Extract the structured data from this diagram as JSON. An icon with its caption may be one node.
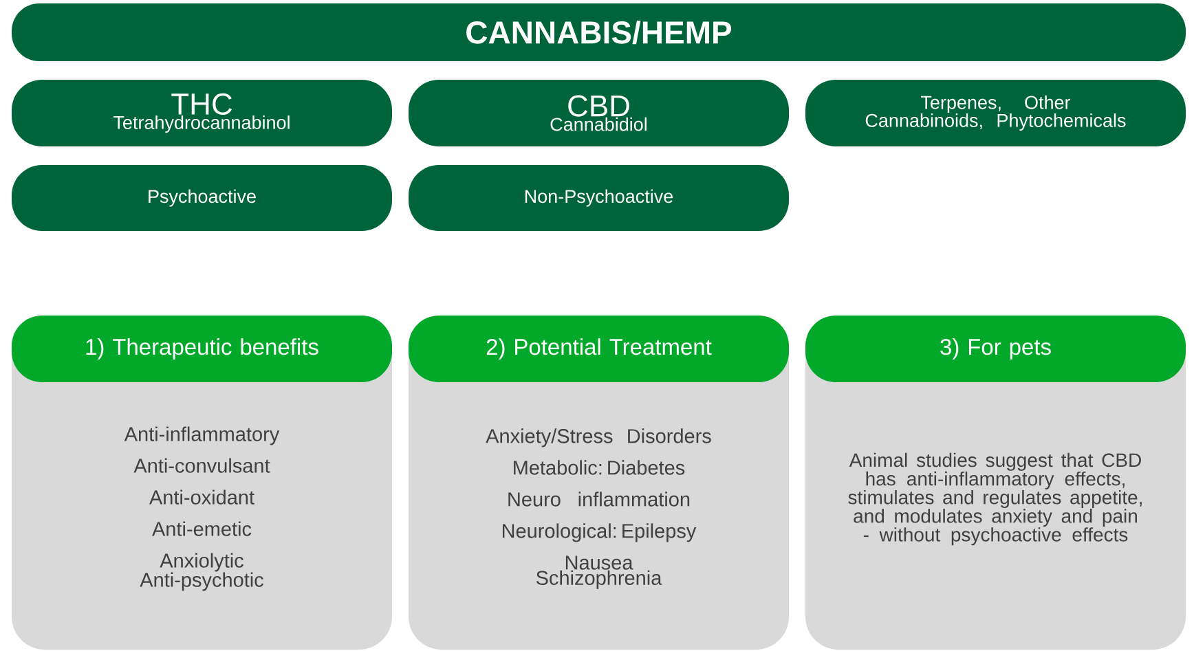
{
  "diagram": {
    "nodes": [
      {
        "text": [
          "CANNABIS/HEMP"
        ]
      },
      {
        "text": [
          "THC",
          "Tetrahydrocannabinol"
        ]
      },
      {
        "text": [
          "CBD",
          "Cannabidiol"
        ]
      },
      {
        "text": [
          "Terpenes, Other Cannabinoids, Phytochemicals"
        ]
      },
      {
        "text": [
          "Psychoactive"
        ]
      },
      {
        "text": [
          "Non-Psychoactive"
        ]
      },
      {
        "text": [
          "Anti-inflammatory",
          "Anti-convulsant",
          "Anti-oxidant",
          "Anti-emetic",
          "Anxiolytic",
          "Anti-psychotic"
        ]
      },
      {
        "text": [
          "1) Therapeutic benefits"
        ],
        "in": 6
      },
      {
        "text": [
          "Anxiety/Stress Disorders",
          "Metabolic: Diabetes",
          "Neuro inflammation",
          "Neurological: Epilepsy",
          "Nausea",
          "Schizophrenia"
        ]
      },
      {
        "text": [
          "2) Potential Treatment"
        ],
        "in": 8
      },
      {
        "text": [
          "Animal studies suggest that CBD has anti-inflammatory effects, stimulates and regulates appetite, and modulates anxiety and pain -  without psychoactive effects"
        ]
      },
      {
        "text": [
          "3) For pets"
        ],
        "in": 10
      }
    ]
  }
}
